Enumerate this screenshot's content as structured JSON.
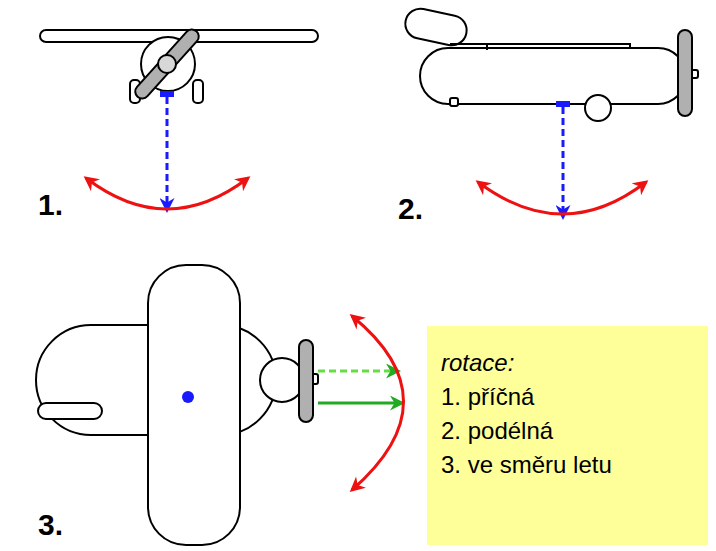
{
  "diagram": {
    "nodes": [
      {
        "text": [
          "rotace:",
          "1. příčná",
          "2. podélná",
          "3. ve směru letu"
        ]
      }
    ],
    "labels": [
      "1.",
      "2.",
      "3."
    ]
  }
}
